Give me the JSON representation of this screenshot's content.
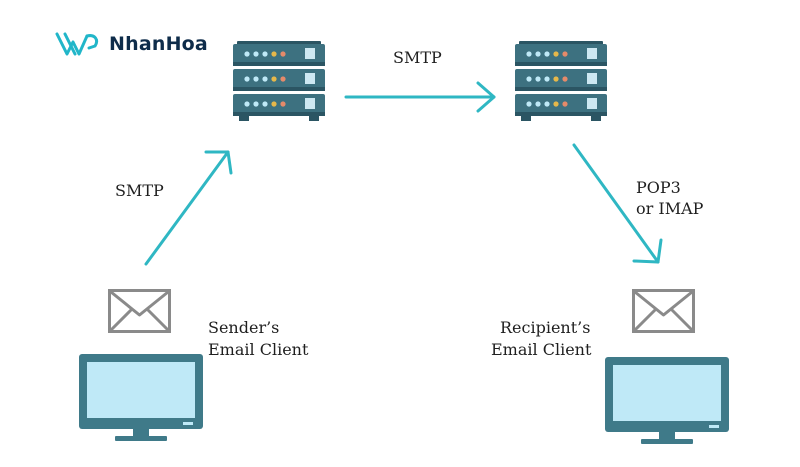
{
  "brand": {
    "name": "NhanHoa",
    "logo_color": "#21b6c9"
  },
  "labels": {
    "smtp_top": "SMTP",
    "smtp_left": "SMTP",
    "pop3_line1": "POP3",
    "pop3_line2": "or IMAP",
    "sender_line1": "Sender’s",
    "sender_line2": "Email Client",
    "recipient_line1": "Recipient’s",
    "recipient_line2": "Email Client"
  },
  "colors": {
    "server": "#3d7180",
    "server_dark": "#2b5563",
    "arrow": "#2fb7c3",
    "monitor": "#3f7a89",
    "screen": "#bfe9f7",
    "envelope": "#8a8a8a"
  },
  "icons": {
    "server_left": "server-stack-icon",
    "server_right": "server-stack-icon",
    "envelope_left": "envelope-icon",
    "envelope_right": "envelope-icon",
    "monitor_left": "monitor-icon",
    "monitor_right": "monitor-icon"
  }
}
